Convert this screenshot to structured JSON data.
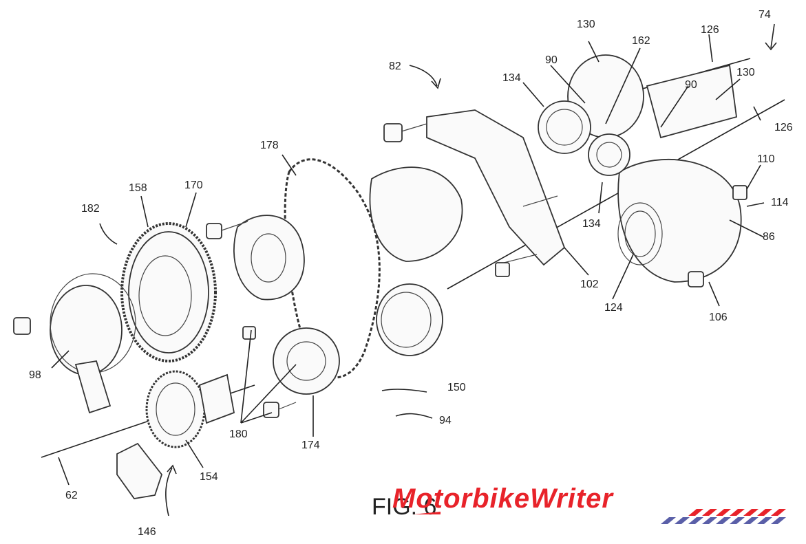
{
  "figure": {
    "caption": "FIG. 6",
    "watermark_text": "MotorbikeWriter",
    "colors": {
      "watermark": "#e8232a",
      "line": "#222222",
      "background": "#ffffff"
    }
  },
  "reference_labels": [
    {
      "id": "lbl-74",
      "text": "74"
    },
    {
      "id": "lbl-126a",
      "text": "126"
    },
    {
      "id": "lbl-130a",
      "text": "130"
    },
    {
      "id": "lbl-162",
      "text": "162"
    },
    {
      "id": "lbl-90a",
      "text": "90"
    },
    {
      "id": "lbl-82",
      "text": "82"
    },
    {
      "id": "lbl-134a",
      "text": "134"
    },
    {
      "id": "lbl-90b",
      "text": "90"
    },
    {
      "id": "lbl-130b",
      "text": "130"
    },
    {
      "id": "lbl-126b",
      "text": "126"
    },
    {
      "id": "lbl-178",
      "text": "178"
    },
    {
      "id": "lbl-110",
      "text": "110"
    },
    {
      "id": "lbl-114",
      "text": "114"
    },
    {
      "id": "lbl-86",
      "text": "86"
    },
    {
      "id": "lbl-134b",
      "text": "134"
    },
    {
      "id": "lbl-158",
      "text": "158"
    },
    {
      "id": "lbl-170",
      "text": "170"
    },
    {
      "id": "lbl-182",
      "text": "182"
    },
    {
      "id": "lbl-102",
      "text": "102"
    },
    {
      "id": "lbl-124",
      "text": "124"
    },
    {
      "id": "lbl-106",
      "text": "106"
    },
    {
      "id": "lbl-98",
      "text": "98"
    },
    {
      "id": "lbl-150",
      "text": "150"
    },
    {
      "id": "lbl-94",
      "text": "94"
    },
    {
      "id": "lbl-180",
      "text": "180"
    },
    {
      "id": "lbl-174",
      "text": "174"
    },
    {
      "id": "lbl-154",
      "text": "154"
    },
    {
      "id": "lbl-62",
      "text": "62"
    },
    {
      "id": "lbl-146",
      "text": "146"
    }
  ]
}
